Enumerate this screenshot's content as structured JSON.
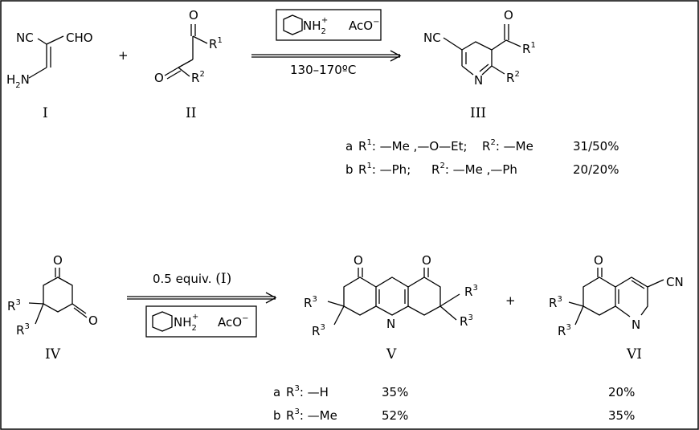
{
  "labels": {
    "I": "I",
    "II": "II",
    "III": "III",
    "IV": "IV",
    "V": "V",
    "VI": "VI"
  },
  "plus": "+",
  "atoms": {
    "NC": "NC",
    "CN": "CN",
    "CHO": "CHO",
    "H2N": "H",
    "H2N_sub": "2",
    "H2N_N": "N",
    "O": "O",
    "N": "N",
    "R": "R",
    "R1_sup": "1",
    "R2_sup": "2",
    "R3_sup": "3"
  },
  "reagent": {
    "nh2": "NH",
    "nh2_sub": "2",
    "nh2_sup": "+",
    "acetate": "AcO",
    "acetate_sup": "−"
  },
  "reaction1": {
    "condition": "130–170ºC"
  },
  "reaction2": {
    "condition": "0.5 equiv. ",
    "condition_ref": "(I)"
  },
  "table1": [
    {
      "tag": "a",
      "r1_label": "R",
      "r1_sup": "1",
      "r1_value": ": —Me ,—O—Et",
      "sep": ";",
      "r2_label": "R",
      "r2_sup": "2",
      "r2_value": ": —Me",
      "yield": "31/50%"
    },
    {
      "tag": "b",
      "r1_label": "R",
      "r1_sup": "1",
      "r1_value": ": —Ph",
      "sep": ";",
      "r2_label": "R",
      "r2_sup": "2",
      "r2_value": ": —Me ,—Ph",
      "yield": "20/20%"
    }
  ],
  "table2": [
    {
      "tag": "a",
      "r3_label": "R",
      "r3_sup": "3",
      "r3_value": ": —H",
      "yield_V": "35%",
      "yield_VI": "20%"
    },
    {
      "tag": "b",
      "r3_label": "R",
      "r3_sup": "3",
      "r3_value": ": —Me",
      "yield_V": "52%",
      "yield_VI": "35%"
    }
  ]
}
